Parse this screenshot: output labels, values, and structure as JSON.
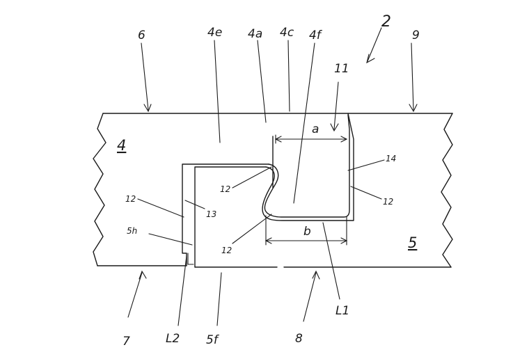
{
  "labels": {
    "assembly": "2",
    "panel_left": "4",
    "panel_right": "5",
    "top_left_ref": "6",
    "top_right_ref": "9",
    "bottom_left_ref": "7",
    "bottom_mid_ref": "8",
    "region_4e": "4e",
    "region_4a": "4a",
    "region_4c": "4c",
    "region_4f": "4f",
    "region_5f": "5f",
    "region_5h": "5h",
    "ref_11": "11",
    "ref_14": "14",
    "ref_13": "13",
    "ref_12_a": "12",
    "ref_12_b": "12",
    "ref_12_c": "12",
    "ref_12_d": "12",
    "dim_a": "a",
    "dim_b": "b",
    "line_l1": "L1",
    "line_l2": "L2"
  }
}
